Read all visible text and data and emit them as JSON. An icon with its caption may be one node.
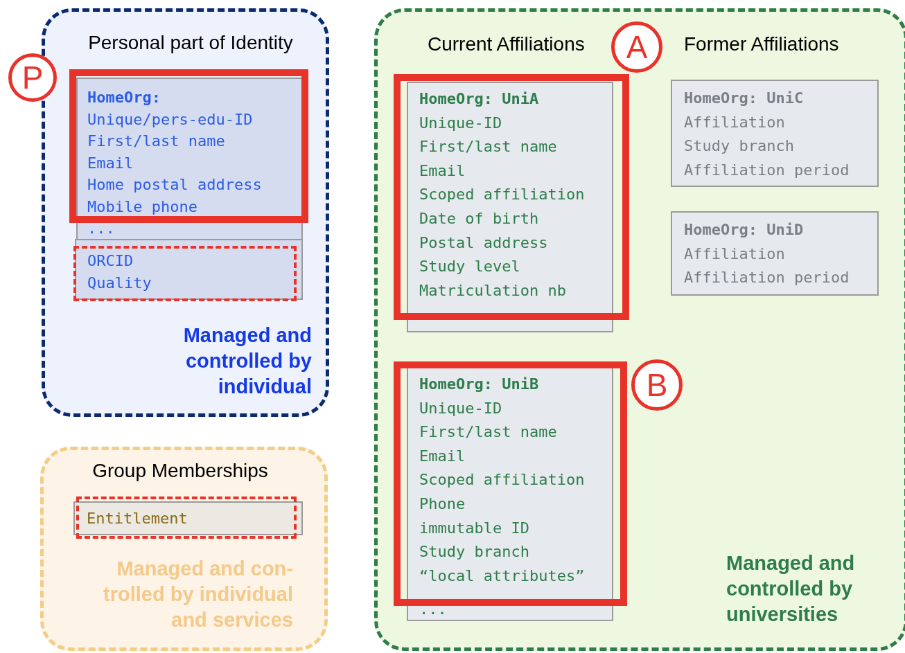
{
  "diagram": {
    "nodes": [
      {
        "text": [
          "Personal part of Identity",
          "Managed and controlled by individual"
        ]
      },
      {
        "text": [
          "HomeOrg:",
          "Unique/pers-edu-ID",
          "First/last name",
          "Email",
          "Home postal address",
          "Mobile phone",
          "..."
        ],
        "in": 0
      },
      {
        "text": [
          "ORCID",
          "Quality"
        ],
        "in": 0
      },
      {
        "text": [
          "P"
        ]
      },
      {
        "text": [
          "Group Memberships",
          "Managed and con-trolled by individual and services"
        ]
      },
      {
        "text": [
          "Entitlement"
        ],
        "in": 4
      },
      {
        "text": [
          "Current Affiliations",
          "Former Affiliations",
          "Managed and controlled by universities"
        ]
      },
      {
        "text": [
          "A"
        ],
        "in": 6
      },
      {
        "text": [
          "HomeOrg: UniA",
          "Unique-ID",
          "First/last name",
          "Email",
          "Scoped affiliation",
          "Date of birth",
          "Postal address",
          "Study level",
          "Matriculation nb"
        ],
        "in": 6
      },
      {
        "text": [
          "HomeOrg: UniC",
          "Affiliation",
          "Study branch",
          "Affiliation period"
        ],
        "in": 6
      },
      {
        "text": [
          "HomeOrg: UniD",
          "Affiliation",
          "Affiliation period"
        ],
        "in": 6
      },
      {
        "text": [
          "B"
        ],
        "in": 6
      },
      {
        "text": [
          "HomeOrg: UniB",
          "Unique-ID",
          "First/last name",
          "Email",
          "Scoped affiliation",
          "Phone",
          "immutable ID",
          "Study branch",
          "“local attributes”",
          "..."
        ],
        "in": 6
      }
    ]
  }
}
